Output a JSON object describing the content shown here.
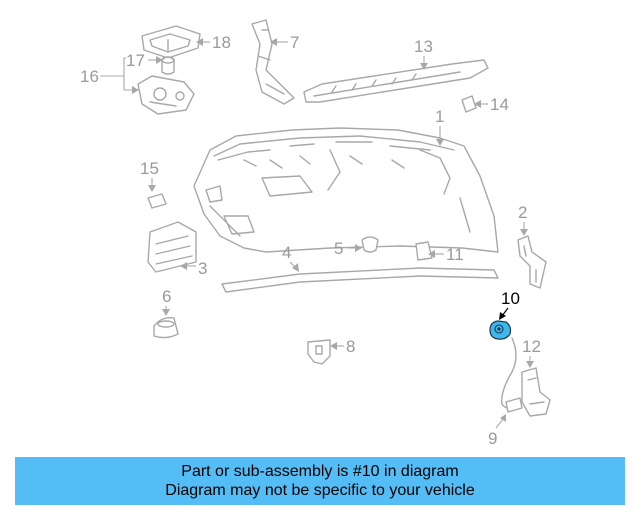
{
  "callouts": {
    "c1": "1",
    "c2": "2",
    "c3": "3",
    "c4": "4",
    "c5": "5",
    "c6": "6",
    "c7": "7",
    "c8": "8",
    "c9": "9",
    "c10": "10",
    "c11": "11",
    "c12": "12",
    "c13": "13",
    "c14": "14",
    "c15": "15",
    "c16": "16",
    "c17": "17",
    "c18": "18"
  },
  "highlight": {
    "part_number": "10",
    "color": "#3fb6ee"
  },
  "banner": {
    "line1": "Part or sub-assembly is #10 in diagram",
    "line2": "Diagram may not be specific to your vehicle",
    "background": "#54bdf5"
  }
}
